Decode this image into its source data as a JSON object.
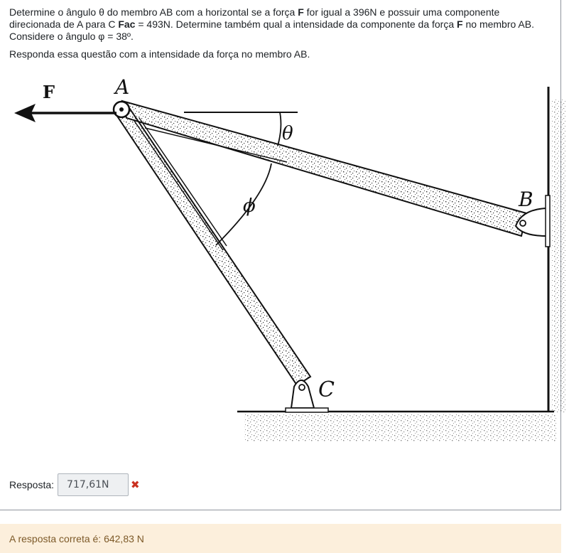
{
  "question": {
    "line1_a": "Determine o ângulo θ do membro AB com a horizontal se a força ",
    "line1_F": "F",
    "line1_b": " for igual a 396N e possuir uma componente direcionada de A para C ",
    "fac": "Fac",
    "line1_c": " = 493N. Determine também qual a intensidade da componente da força ",
    "line1_F2": "F",
    "line1_d": " no membro AB. Considere o ângulo φ = 38º.",
    "line2": "Responda essa questão com a intensidade da força no membro AB."
  },
  "figure": {
    "label_F": "F",
    "label_A": "A",
    "label_B": "B",
    "label_C": "C",
    "label_theta": "θ",
    "label_phi": "ϕ"
  },
  "answer": {
    "label": "Resposta:",
    "value": "717,61N",
    "status_icon": "incorrect-x-icon",
    "status_color": "#ca3120"
  },
  "feedback": {
    "text": "A resposta correta é: 642,83 N",
    "background": "#fcefdc"
  }
}
